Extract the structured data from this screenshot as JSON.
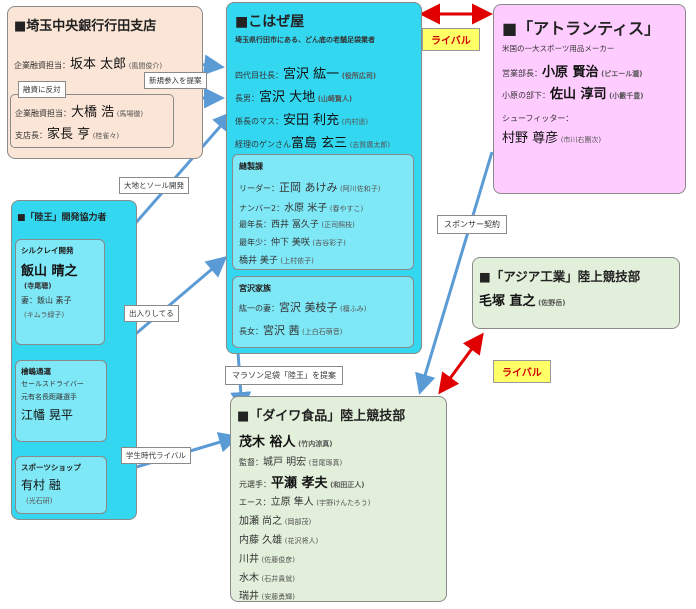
{
  "saitama_bank": {
    "title": "■埼玉中央銀行行田支店",
    "r1_role": "企業融資担当：",
    "r1_name": "坂本 太郎",
    "r1_actor": "(風間俊介)",
    "r2_role": "企業融資担当：",
    "r2_name": "大橋 浩",
    "r2_actor": "(馬場徹)",
    "r3_role": "支店長：",
    "r3_name": "家長 亨",
    "r3_actor": "(桂雀々)"
  },
  "kohaze": {
    "title": "■こはぜ屋",
    "subtitle": "埼玉県行田市にある、どん底の老舗足袋業者",
    "r1_role": "四代目社長：",
    "r1_name": "宮沢 紘一",
    "r1_actor": "(役所広司)",
    "r2_role": "長男：",
    "r2_name": "宮沢 大地",
    "r2_actor": "(山崎賢人)",
    "r3_role": "係長のマス：",
    "r3_name": "安田 利充",
    "r3_actor": "(内村遥)",
    "r4_role": "経理のゲンさん",
    "r4_name": "富島 玄三",
    "r4_actor": "(志賀廣太郎)"
  },
  "sewing": {
    "title": "縫製課",
    "r1_role": "リーダー：",
    "r1_name": "正岡 あけみ",
    "r1_actor": "(阿川佐和子)",
    "r2_role": "ナンバー2：",
    "r2_name": "水原 米子",
    "r2_actor": "(春やすこ)",
    "r3_role": "最年長：",
    "r3_name": "西井 冨久子",
    "r3_actor": "(正司照枝)",
    "r4_role": "最年少：",
    "r4_name": "仲下 美咲",
    "r4_actor": "(吉谷彩子)",
    "r5_role": "",
    "r5_name": "橋井 美子",
    "r5_actor": "(上村依子)"
  },
  "family": {
    "title": "宮沢家族",
    "r1_role": "紘一の妻：",
    "r1_name": "宮沢 美枝子",
    "r1_actor": "(檀ふみ)",
    "r2_role": "長女：",
    "r2_name": "宮沢 茜",
    "r2_actor": "(上白石萌音)"
  },
  "atlantis": {
    "title": "■「アトランティス」",
    "subtitle": "米国の一大スポーツ用品メーカー",
    "r1_role": "営業部長：",
    "r1_name": "小原 賢治",
    "r1_actor": "(ピエール瀧)",
    "r2_role": "小原の部下：",
    "r2_name": "佐山 淳司",
    "r2_actor": "(小籔千豊)",
    "r3_role": "シューフィッター：",
    "r3_name": "村野 尊彦",
    "r3_actor": "(市川右團次)"
  },
  "asia": {
    "title": "■「アジア工業」陸上競技部",
    "r1_name": "毛塚 直之",
    "r1_actor": "(佐野岳)"
  },
  "rikuo": {
    "title": "■「陸王」開発協力者",
    "p1_role": "シルクレイ開発",
    "p1_name": "飯山 晴之",
    "p1_actor": "(寺尾聰)",
    "p1_extra": "妻：飯山 素子",
    "p1_extra_actor": "(キムラ緑子)",
    "p2_role": "檜嶋通運",
    "p2_line1": "セールスドライバー",
    "p2_line2": "元有名長距離選手",
    "p2_name": "江幡 晃平",
    "p3_role": "スポーツショップ",
    "p3_name": "有村 融",
    "p3_actor": "(光石研)"
  },
  "daiwa": {
    "title": "■「ダイワ食品」陸上競技部",
    "r1_name": "茂木 裕人",
    "r1_actor": "(竹内涼真)",
    "r2_role": "監督：",
    "r2_name": "城戸 明宏",
    "r2_actor": "(音尾琢真)",
    "r3_role": "元選手：",
    "r3_name": "平瀬 孝夫",
    "r3_actor": "(和田正人)",
    "r4_role": "エース：",
    "r4_name": "立原 隼人",
    "r4_actor": "(宇野けんたろう)",
    "r5_name": "加瀬 尚之",
    "r5_actor": "(岡部茂)",
    "r6_name": "内藤 久雄",
    "r6_actor": "(花沢将人)",
    "r7_name": "川井",
    "r7_actor": "(佐藤俊彦)",
    "r8_name": "水木",
    "r8_actor": "(石井貴就)",
    "r9_name": "瑞井",
    "r9_actor": "(安藤勇輝)"
  },
  "relations": {
    "opposed": "融資に反対",
    "new_entry": "新規参入を提案",
    "materials": "大地とソール開発",
    "visits": "出入りしてる",
    "proposal": "マラソン足袋「陸王」を提案",
    "rival_school": "学生時代ライバル",
    "sponsor": "スポンサー契約",
    "rival1": "ライバル",
    "rival2": "ライバル"
  },
  "colors": {
    "bank_fill": "#fbe5d6",
    "kohaze_fill": "#33d7f0",
    "rikuo_fill": "#7fe8f7",
    "atlantis_fill": "#ffccff",
    "asia_fill": "#e2efda",
    "daiwa_fill": "#e2efda",
    "arrow_blue": "#5b9bd5",
    "arrow_red": "#e00000",
    "rival_badge": "#ffff66"
  }
}
